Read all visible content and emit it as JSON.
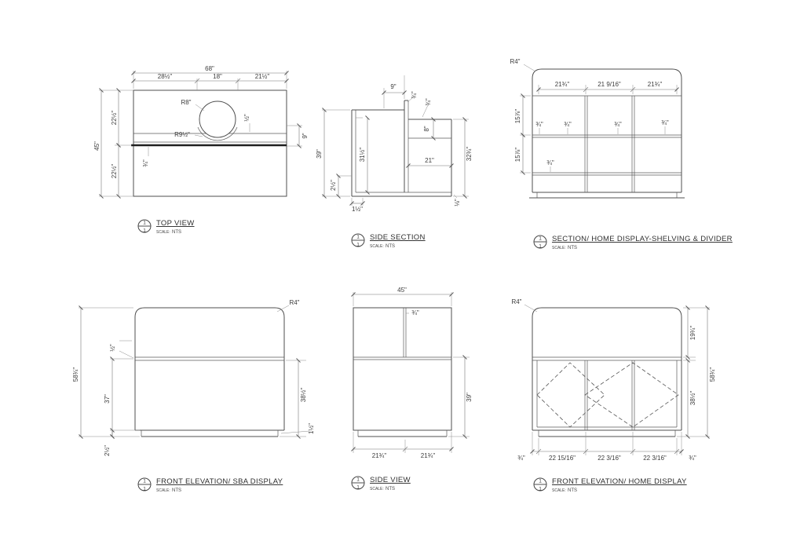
{
  "drawing": {
    "titles": {
      "top_view": "TOP VIEW",
      "side_section": "SIDE SECTION",
      "section_home": "SECTION/ HOME DISPLAY-SHELVING & DIVIDER",
      "front_sba": "FRONT ELEVATION/ SBA DISPLAY",
      "side_view": "SIDE VIEW",
      "front_home": "FRONT ELEVATION/ HOME DISPLAY"
    },
    "title_block": {
      "detail": "1",
      "sheet": "1",
      "scale_label": "SCALE:",
      "scale_value": "NTS"
    },
    "top_view": {
      "dims": {
        "overall_width": "68\"",
        "seg_left": "28½\"",
        "seg_mid": "18\"",
        "seg_right": "21½\"",
        "overall_depth": "45\"",
        "depth_front": "22½\"",
        "depth_back": "22½\"",
        "counter_edge": "¾\"",
        "radius_inner": "R8\"",
        "radius_outer": "R9½\"",
        "reveal": "½\"",
        "depth_right": "9\""
      }
    },
    "side_section": {
      "dims": {
        "top_width": "9\"",
        "divider_thk": "¾\"",
        "counter_thk": "¾\"",
        "shelf_drop": "8\"",
        "interior_height": "31½\"",
        "overall_height": "39\"",
        "shelf_width": "21\"",
        "right_height": "32¾\"",
        "kick_height": "2½\"",
        "kick_inset": "1½\"",
        "base_thk": "⅛\""
      }
    },
    "section_home": {
      "dims": {
        "corner_radius": "R4\"",
        "bay_left": "21¾\"",
        "bay_mid": "21 9/16\"",
        "bay_right": "21¾\"",
        "thk_a": "¾\"",
        "thk_b": "¾\"",
        "thk_c": "¾\"",
        "thk_d": "¾\"",
        "thk_e": "¾\"",
        "spacing_top": "15⅞\"",
        "spacing_bottom": "15⅞\""
      }
    },
    "front_sba": {
      "dims": {
        "corner_radius": "R4\"",
        "reveal": "½\"",
        "overall_height": "58¾\"",
        "counter_height": "37\"",
        "lower_height": "38½\"",
        "kick_inset": "1½\"",
        "kick_height": "2½\""
      }
    },
    "side_view": {
      "dims": {
        "overall_depth": "45\"",
        "divider_thk": "¾\"",
        "height": "39\"",
        "seg_a": "21¾\"",
        "seg_b": "21¾\""
      }
    },
    "front_home": {
      "dims": {
        "corner_radius": "R4\"",
        "top_height": "19¾\"",
        "overall_height": "58¾\"",
        "lower_height": "38½\"",
        "edge_left": "¾\"",
        "edge_right": "¾\"",
        "bay_a": "22 15/16\"",
        "bay_b": "22 3/16\"",
        "bay_c": "22 3/16\""
      }
    }
  }
}
